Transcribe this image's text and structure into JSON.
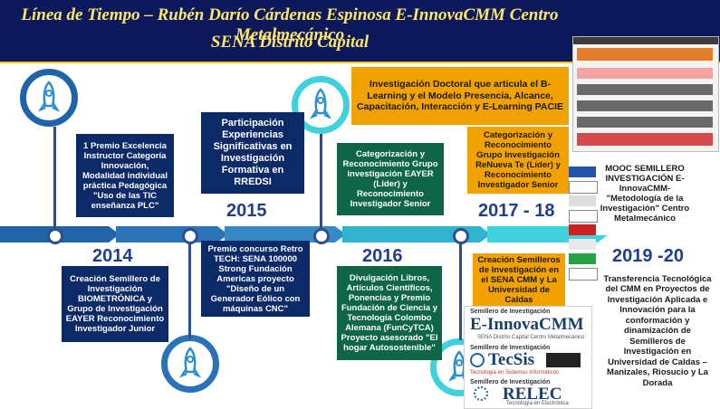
{
  "title": {
    "line1": "Línea de Tiempo – Rubén Darío Cárdenas Espinosa E-InnovaCMM  Centro Metalmecánico",
    "line2": "SENA  Distrito Capital"
  },
  "years": [
    "2014",
    "2015",
    "2016",
    "2017 - 18",
    "2019 -20"
  ],
  "boxes": {
    "b2014_top": "1 Premio Excelencia Instructor Categoría Innovación, Modalidad individual práctica Pedagógica \"Uso de las TIC enseñanza PLC\"",
    "b2014_bottom": "Creación Semillero de Investigación BIOMETRÓNICA y Grupo de Investigación EAYER Reconocimiento Investigador Junior",
    "b2015_top": "Participación Experiencias Significativas en Investigación Formativa en RREDSI",
    "b2015_bottom": "Premio concurso Retro TECH: SENA 100000 Strong Fundación Americas proyecto \"Diseño de un Generador Eólico con máquinas CNC\"",
    "b2016_top": "Categorización y Reconocimiento Grupo investigación EAYER (Líder) y Reconocimiento Investigador Senior",
    "b2016_bottom": "Divulgación Libros, Artículos Científicos, Ponencias y Premio Fundación de Ciencia y Tecnología Colombo Alemana (FunCyTCA) Proyecto asesorado \"El hogar Autosostenible\"",
    "b2017_top": "Investigación Doctoral que articula el B-Learning y el Modelo Presencia, Alcance, Capacitación, Interacción y E-Learning PACIE",
    "b2017_mid": "Categorización y Reconocimiento Grupo Investigación ReNueva Te (Líder) y Reconocimiento Investigador Senior",
    "b2017_bottom": "Creación Semilleros de Investigación en el SENA CMM y La Universidad de Caldas",
    "b2019_top": "MOOC SEMILLERO INVESTIGACIÓN E-InnovaCMM- \"Metodología de la Investigación\" Centro Metalmecánico",
    "b2019_bottom": "Transferencia Tecnológica del CMM en Proyectos de Investigación Aplicada e Innovación para la conformación y dinamización de Semilleros de Investigación en Universidad de Caldas – Manizales, Riosucio y La Dorada"
  },
  "logos": {
    "s1_label": "Semillero de Investigación",
    "s1_name": "E-InnovaCMM",
    "s1_sub": "SENA Distrito Capital Centro Metalmecánico",
    "s2_label": "Semillero de Investigación",
    "s2_name": "TecSis",
    "s2_sub": "Tecnología en Sistemas Informáticos",
    "s3_label": "Semillero de Investigación",
    "s3_name": "RELEC",
    "s3_sub": "Tecnología en Electrónica"
  },
  "colors": {
    "navy": "#0d2a68",
    "green": "#0f6647",
    "orange": "#f2a200",
    "ribbon": "#1f63a8",
    "cyan": "#3fd1dd",
    "title": "#ffe66b"
  },
  "icons": [
    "rocket-icon"
  ]
}
